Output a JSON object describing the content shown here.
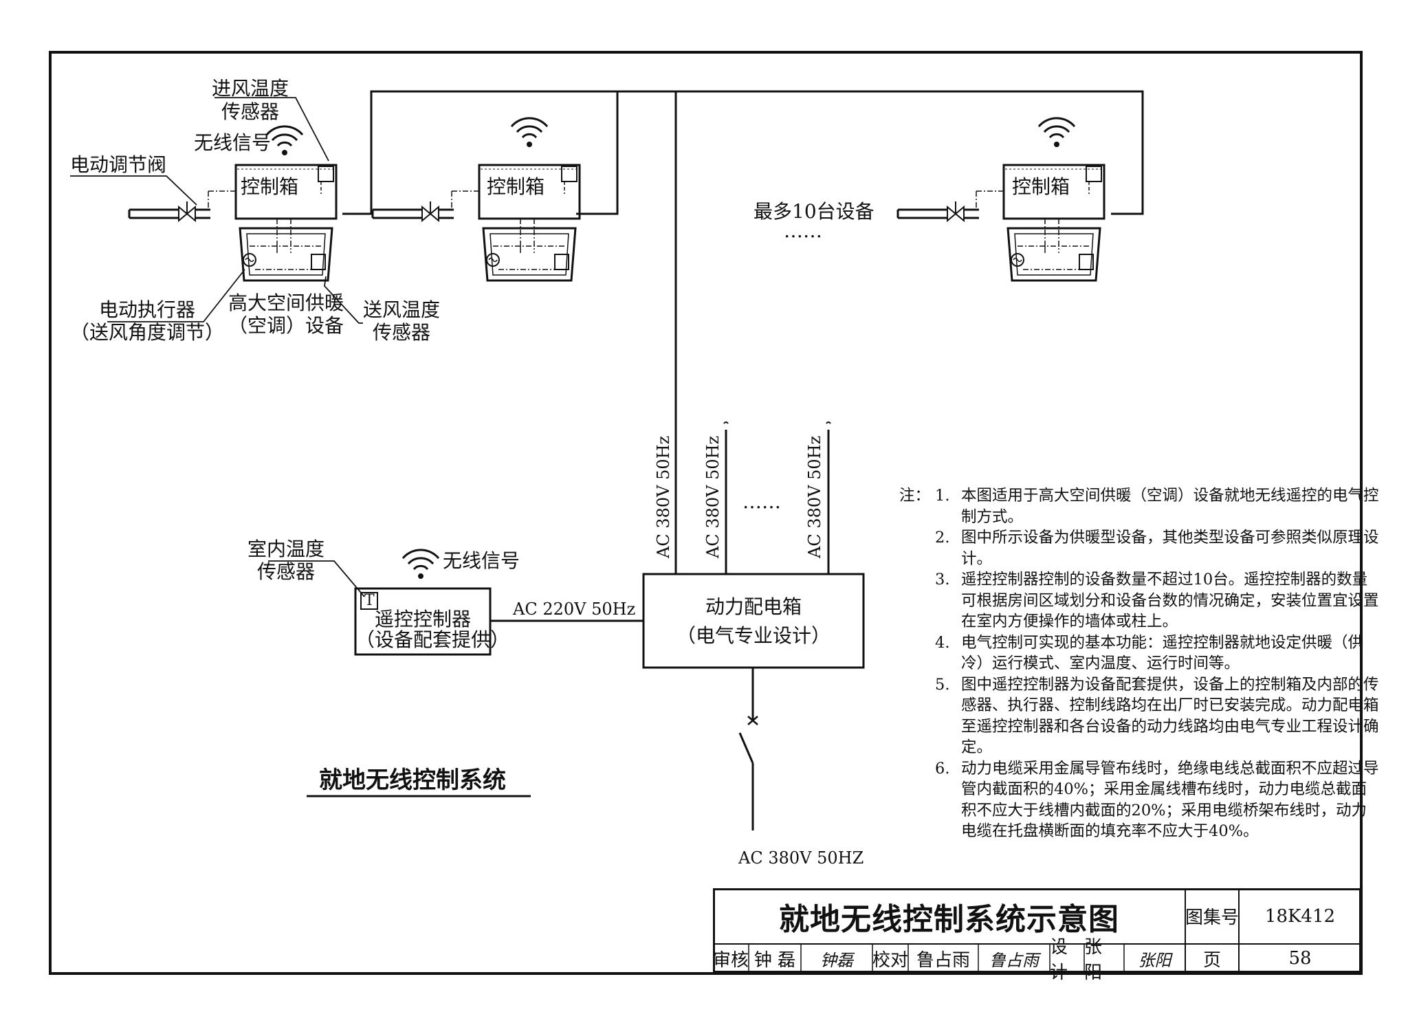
{
  "labels": {
    "inlet_temp_sensor": [
      "进风温度",
      "传感器"
    ],
    "wireless_signal": "无线信号",
    "motor_valve": "电动调节阀",
    "control_box": "控制箱",
    "actuator": [
      "电动执行器",
      "（送风角度调节）"
    ],
    "equipment": [
      "高大空间供暖",
      "（空调）设备"
    ],
    "supply_temp_sensor": [
      "送风温度",
      "传感器"
    ],
    "max_devices": "最多10台设备",
    "ellipsis": "……",
    "indoor_temp_sensor": [
      "室内温度",
      "传感器"
    ],
    "wireless_signal_2": "无线信号",
    "remote_controller": [
      "遥控控制器",
      "（设备配套提供）"
    ],
    "ac220": "AC 220V 50Hz",
    "power_box": [
      "动力配电箱",
      "（电气专业设计）"
    ],
    "ac380_feeds": [
      "AC 380V 50Hz",
      "AC 380V 50Hz",
      "AC 380V 50Hz"
    ],
    "feed_ellipsis": "……",
    "ac380_main": "AC 380V 50HZ",
    "sensor_T": "T",
    "subtitle": "就地无线控制系统"
  },
  "notes": {
    "heading": "注：",
    "items": [
      {
        "n": "1.",
        "text": "本图适用于高大空间供暖（空调）设备就地无线遥控的电气控制方式。"
      },
      {
        "n": "2.",
        "text": "图中所示设备为供暖型设备，其他类型设备可参照类似原理设计。"
      },
      {
        "n": "3.",
        "text": "遥控控制器控制的设备数量不超过10台。遥控控制器的数量可根据房间区域划分和设备台数的情况确定，安装位置宜设置在室内方便操作的墙体或柱上。"
      },
      {
        "n": "4.",
        "text": "电气控制可实现的基本功能：遥控控制器就地设定供暖（供冷）运行模式、室内温度、运行时间等。"
      },
      {
        "n": "5.",
        "text": "图中遥控控制器为设备配套提供，设备上的控制箱及内部的传感器、执行器、控制线路均在出厂时已安装完成。动力配电箱至遥控控制器和各台设备的动力线路均由电气专业工程设计确定。"
      },
      {
        "n": "6.",
        "text": "动力电缆采用金属导管布线时，绝缘电线总截面积不应超过导管内截面积的40%；采用金属线槽布线时，动力电缆总截面积不应大于线槽内截面的20%；采用电缆桥架布线时，动力电缆在托盘横断面的填充率不应大于40%。"
      }
    ]
  },
  "title_block": {
    "title": "就地无线控制系统示意图",
    "atlas_label": "图集号",
    "atlas_no": "18K412",
    "page_label": "页",
    "page_no": "58",
    "review_label": "审核",
    "reviewer": "钟 磊",
    "reviewer_sig": "钟磊",
    "check_label": "校对",
    "checker": "鲁占雨",
    "checker_sig": "鲁占雨",
    "design_label": "设计",
    "designer": "张 阳",
    "designer_sig": "张阳"
  }
}
